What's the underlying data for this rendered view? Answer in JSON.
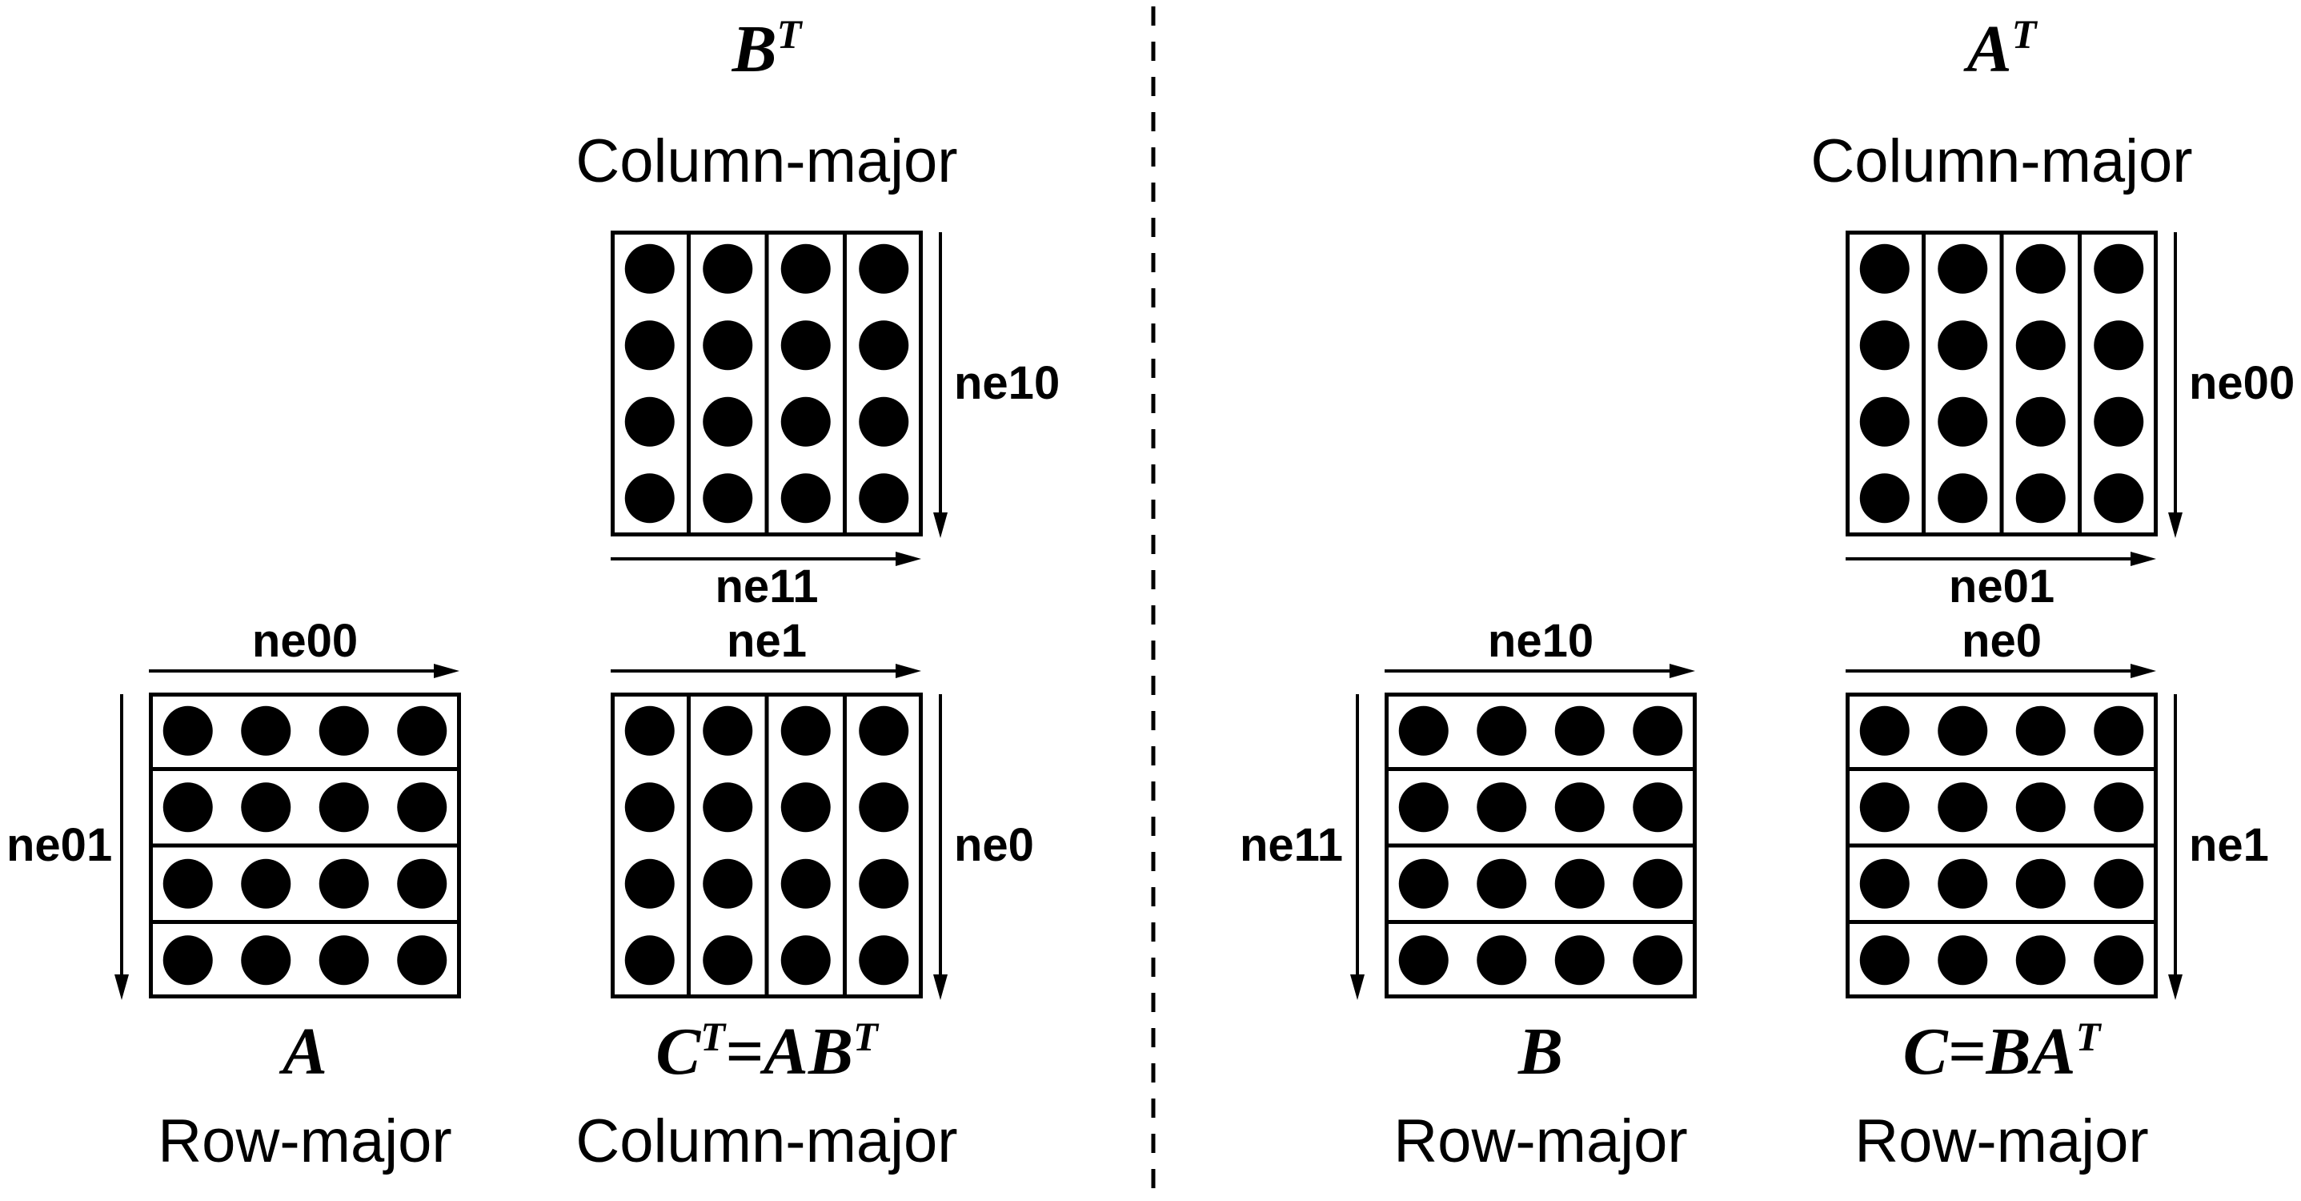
{
  "colors": {
    "ink": "#000000",
    "background": "#ffffff"
  },
  "matrix_grid": {
    "rows": 4,
    "cols": 4,
    "dot": "filled-circle"
  },
  "left_panel": {
    "bt": {
      "title": [
        {
          "t": "B"
        },
        {
          "s": "T"
        }
      ],
      "layout": "Column-major",
      "v_label": "ne10",
      "h_label": "ne11"
    },
    "a": {
      "title": [
        {
          "t": "A"
        }
      ],
      "layout": "Row-major",
      "h_label": "ne00",
      "v_label": "ne01"
    },
    "ct": {
      "title": [
        {
          "t": "C"
        },
        {
          "s": "T"
        },
        {
          "t": "=AB"
        },
        {
          "s": "T"
        }
      ],
      "layout": "Column-major",
      "h_label": "ne1",
      "v_label": "ne0"
    }
  },
  "right_panel": {
    "at": {
      "title": [
        {
          "t": "A"
        },
        {
          "s": "T"
        }
      ],
      "layout": "Column-major",
      "v_label": "ne00",
      "h_label": "ne01"
    },
    "b": {
      "title": [
        {
          "t": "B"
        }
      ],
      "layout": "Row-major",
      "h_label": "ne10",
      "v_label": "ne11"
    },
    "c": {
      "title": [
        {
          "t": "C=BA"
        },
        {
          "s": "T"
        }
      ],
      "layout": "Row-major",
      "h_label": "ne0",
      "v_label": "ne1"
    }
  }
}
